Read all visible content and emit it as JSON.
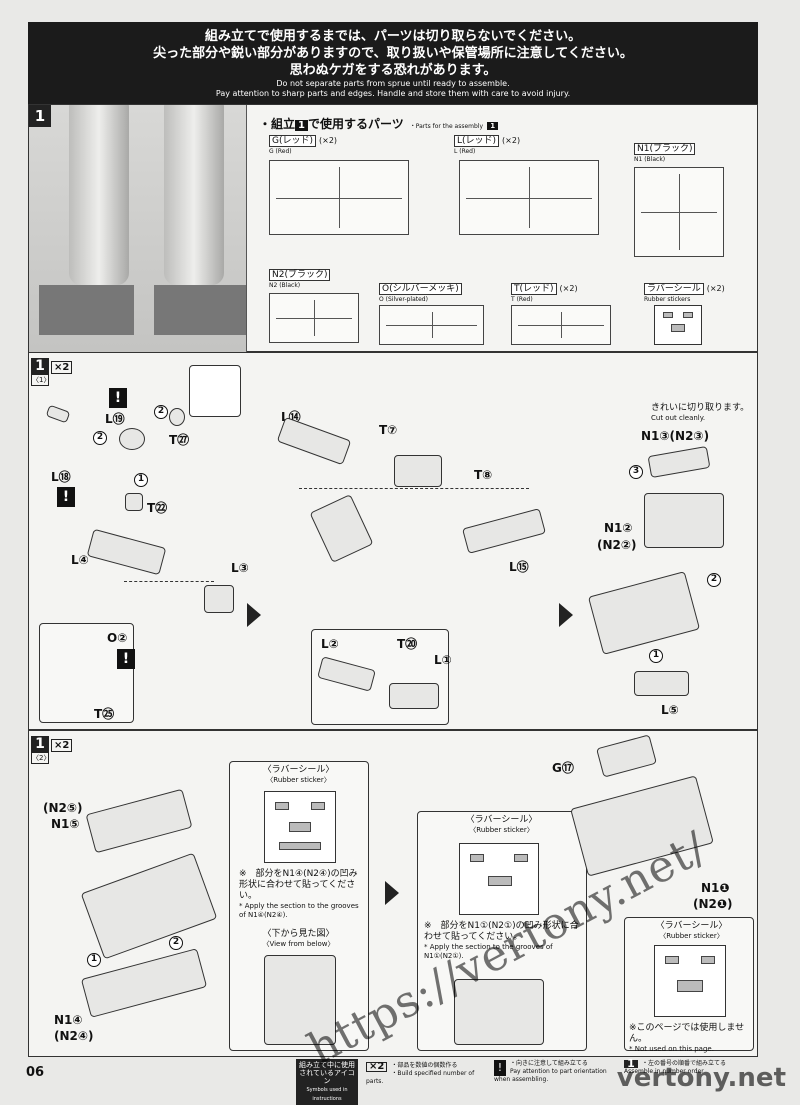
{
  "warning": {
    "jp_line1": "組み立てで使用するまでは、パーツは切り取らないでください。",
    "jp_line2": "尖った部分や鋭い部分がありますので、取り扱いや保管場所に注意してください。",
    "jp_line3": "思わぬケガをする恐れがあります。",
    "en_line1": "Do not separate parts from sprue until ready to assemble.",
    "en_line2": "Pay attention to sharp parts and edges. Handle and store them with care to avoid injury."
  },
  "step1": {
    "number": "1",
    "parts_title_prefix": "・組立",
    "parts_title_num": "1",
    "parts_title_suffix": "で使用するパーツ",
    "parts_title_en": "・Parts for the assembly",
    "parts_title_en_num": "1",
    "runners": [
      {
        "label": "G(レッド)",
        "en": "G (Red)",
        "qty": "(×2)"
      },
      {
        "label": "L(レッド)",
        "en": "L (Red)",
        "qty": "(×2)"
      },
      {
        "label": "N1(ブラック)",
        "en": "N1 (Black)",
        "qty": ""
      },
      {
        "label": "N2(ブラック)",
        "en": "N2 (Black)",
        "qty": ""
      },
      {
        "label": "O(シルバーメッキ)",
        "en": "O (Silver-plated)",
        "qty": ""
      },
      {
        "label": "T(レッド)",
        "en": "T (Red)",
        "qty": "(×2)"
      },
      {
        "label": "ラバーシール",
        "en": "Rubber stickers",
        "qty": "(×2)"
      }
    ]
  },
  "sub1": {
    "num": "1",
    "mult": "×2",
    "sub": "〈1〉",
    "labels": {
      "L19": "L⑲",
      "L18": "L⑱",
      "T27": "T㉗",
      "T22": "T㉒",
      "L4": "L④",
      "L3": "L③",
      "O2": "O②",
      "T25": "T㉕",
      "L14": "L⑭",
      "T7": "T⑦",
      "T8": "T⑧",
      "L15": "L⑮",
      "L2": "L②",
      "T20": "T⑳",
      "L1": "L①",
      "N13": "N1③(N2③)",
      "N12": "N1②",
      "N22": "(N2②)",
      "L5": "L⑤",
      "T_small": "T⑦"
    },
    "cut_note_jp": "きれいに切り取ります。",
    "cut_note_en": "Cut out cleanly."
  },
  "sub2": {
    "num": "1",
    "mult": "×2",
    "sub": "〈2〉",
    "labels": {
      "N25": "(N2⑤)",
      "N15": "N1⑤",
      "N14": "N1④",
      "N24": "(N2④)",
      "G17": "G⑰",
      "N11": "N1❶",
      "N21": "(N2❶)"
    },
    "rubber_jp": "〈ラバーシール〉",
    "rubber_en": "〈Rubber sticker〉",
    "note_a_jp": "※　部分をN1④(N2④)の凹み形状に合わせて貼ってください。",
    "note_a_en": "* Apply the    section to the grooves of N1④(N2④).",
    "view_jp": "〈下から見た図〉",
    "view_en": "〈View from below〉",
    "note_b_jp": "※　部分をN1①(N2①)の凹み形状に合わせて貼ってください。",
    "note_b_en": "* Apply the    section to the grooves of N1①(N2①).",
    "unused_jp": "※このページでは使用しません。",
    "unused_en": "* Not used on this page."
  },
  "footer": {
    "page": "06",
    "legend_box_jp": "組み立て中に使用されているアイコン",
    "legend_box_en": "Symbols used in instructions",
    "x2_label": "×2",
    "x2_jp": "・部品を数値の個数作る",
    "x2_en": "・Build specified number of parts.",
    "excl_jp": "・向きに注意して組み立てる",
    "excl_en": "Pay attention to part orientation when assembling.",
    "step_jp": "・左の番号の順番で組み立てる",
    "step_en": "Assemble in number order"
  },
  "watermark": {
    "url": "https://vertony.net/",
    "brand": "vertony.net"
  },
  "colors": {
    "dark": "#1b1b1b",
    "paper": "#f4f4f2",
    "page": "#e9e9e7"
  }
}
